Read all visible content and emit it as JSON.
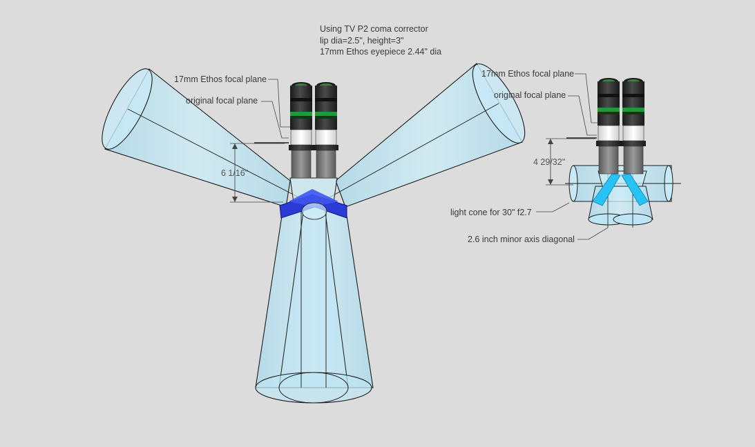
{
  "notes": [
    "Using TV P2 coma corrector",
    "lip dia=2.5\", height=3\"",
    "17mm Ethos eyepiece 2.44\" dia"
  ],
  "labels": {
    "left_ethos_focal_plane": "17mm Ethos focal plane",
    "left_original_focal_plane": "original focal plane",
    "left_dimension": "6 1/16\"",
    "right_ethos_focal_plane": "17mm Ethos focal plane",
    "right_original_focal_plane": "original focal plane",
    "right_dimension": "4 29/32\"",
    "light_cone": "light cone for 30\" f2.7",
    "minor_axis": "2.6 inch minor axis diagonal"
  },
  "colors": {
    "background": "#dcdcdc",
    "cone_fill": "#bfe4f2",
    "cone_stroke": "#1a1a1a",
    "diagonal_dark": "#1f2fc8",
    "diagonal_light": "#2ec4f5",
    "eyepiece_body": "#2d2d2d",
    "eyepiece_band": "#1f9a38",
    "barrel": "#7a7a7a"
  }
}
